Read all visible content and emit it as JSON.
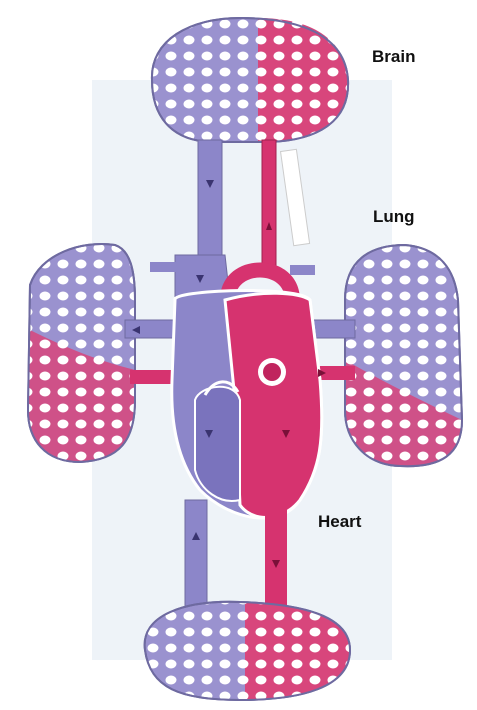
{
  "labels": {
    "brain": "Brain",
    "lung": "Lung",
    "heart": "Heart"
  },
  "colors": {
    "deoxygenated": "#8c86c9",
    "oxygenated": "#d6336f",
    "outline": "#6e6aa0",
    "background_panel": "#eef3f8",
    "label_text": "#111111"
  }
}
